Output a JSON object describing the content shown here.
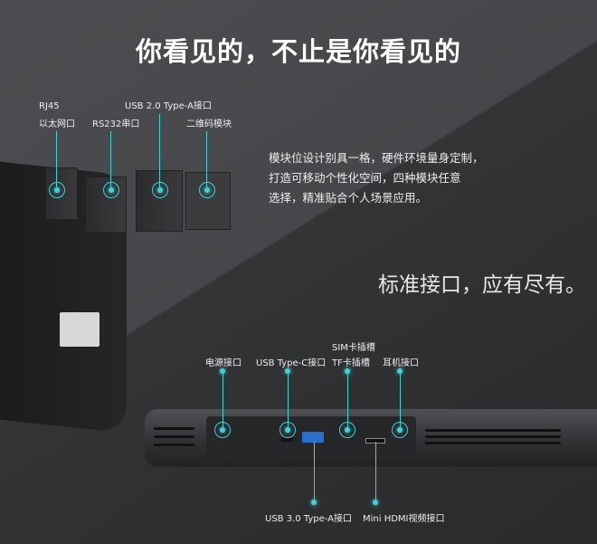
{
  "title": "你看见的，不止是你看见的",
  "description": [
    "模块位设计别具一格，硬件环境量身定制，",
    "打造可移动个性化空间，四种模块任意",
    "选择，精准贴合个人场景应用。"
  ],
  "slogan": "标准接口，应有尽有。",
  "modules": {
    "rj45_line1": "RJ45",
    "rj45_line2": "以太网口",
    "rs232": "RS232串口",
    "usb2": "USB 2.0 Type-A接口",
    "qr": "二维码模块"
  },
  "ports": {
    "power": "电源接口",
    "usbc": "USB Type-C接口",
    "sim": "SIM卡插槽",
    "tf": "TF卡插槽",
    "audio": "耳机接口",
    "usb3": "USB 3.0 Type-A接口",
    "hdmi": "Mini HDMI视频接口"
  },
  "accent": "#3fd3d6"
}
